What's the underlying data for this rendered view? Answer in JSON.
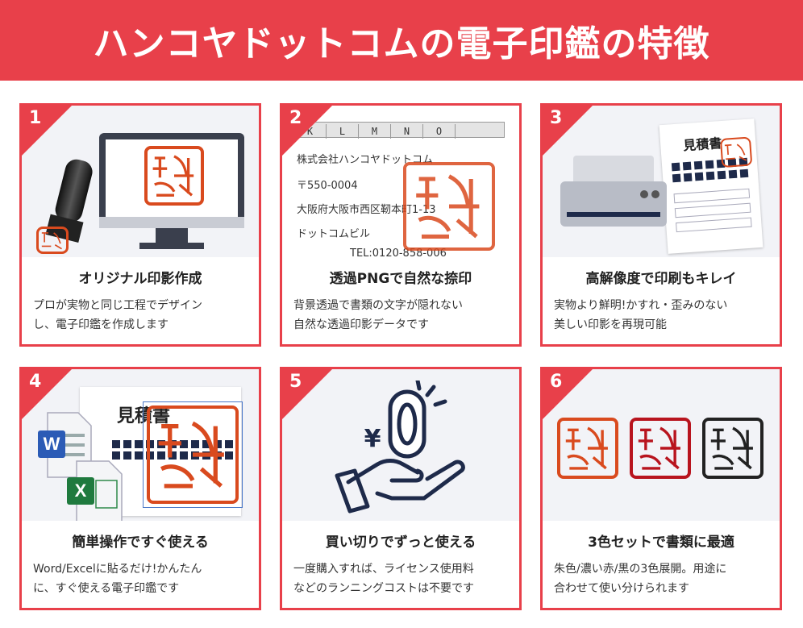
{
  "banner": {
    "title": "ハンコヤドットコムの電子印鑑の特徴"
  },
  "colors": {
    "accent": "#e8404a",
    "seal_vermilion": "#d94a1e",
    "seal_dark_red": "#b8141e",
    "seal_black": "#222222",
    "navy": "#1e2a4a"
  },
  "cards": [
    {
      "num": "1",
      "title": "オリジナル印影作成",
      "desc": [
        "プロが実物と同じ工程でデザイン",
        "し、電子印鑑を作成します"
      ],
      "icons": [
        "stamp-icon",
        "monitor-icon",
        "seal-impression-icon"
      ]
    },
    {
      "num": "2",
      "title": "透過PNGで自然な捺印",
      "desc": [
        "背景透過で書類の文字が隠れない",
        "自然な透過印影データです"
      ],
      "columns": [
        "K",
        "L",
        "M",
        "N",
        "O"
      ],
      "doc_lines": [
        "株式会社ハンコヤドットコム",
        "〒550-0004",
        "大阪府大阪市西区靭本町1-13",
        "ドットコムビル",
        "TEL:0120-858-006"
      ]
    },
    {
      "num": "3",
      "title": "高解像度で印刷もキレイ",
      "desc": [
        "実物より鮮明!かすれ・歪みのない",
        "美しい印影を再現可能"
      ],
      "doc_title": "見積書",
      "icons": [
        "printer-icon",
        "estimate-document-icon"
      ]
    },
    {
      "num": "4",
      "title": "簡単操作ですぐ使える",
      "desc": [
        "Word/Excelに貼るだけ!かんたん",
        "に、すぐ使える電子印鑑です"
      ],
      "doc_title": "見積書",
      "word_letter": "W",
      "excel_letter": "X"
    },
    {
      "num": "5",
      "title": "買い切りでずっと使える",
      "desc": [
        "一度購入すれば、ライセンス使用料",
        "などのランニングコストは不要です"
      ],
      "yen": "¥",
      "zero": "0",
      "icons": [
        "hand-coin-icon"
      ]
    },
    {
      "num": "6",
      "title": "3色セットで書類に最適",
      "desc": [
        "朱色/濃い赤/黒の3色展開。用途に",
        "合わせて使い分けられます"
      ],
      "seal_colors": [
        "vermilion",
        "dark-red",
        "black"
      ]
    }
  ]
}
